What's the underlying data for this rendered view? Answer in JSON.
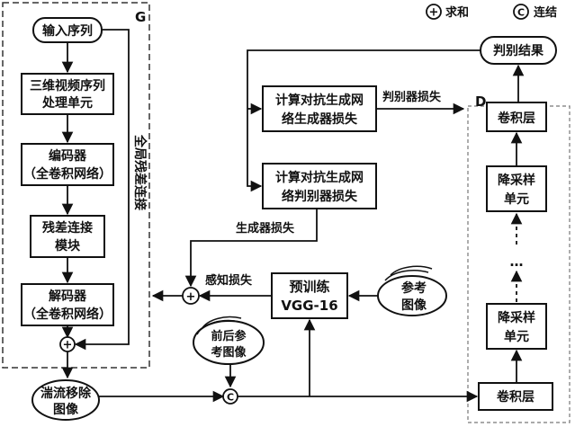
{
  "legend": {
    "sum_symbol": "+",
    "sum_label": "求和",
    "concat_symbol": "C",
    "concat_label": "连结"
  },
  "generator": {
    "label": "G",
    "skip_label": "全局残差连接",
    "nodes": [
      {
        "id": "input",
        "lines": [
          "输入序列"
        ]
      },
      {
        "id": "proc3d",
        "lines": [
          "三维视频序列",
          "处理单元"
        ]
      },
      {
        "id": "encoder",
        "lines": [
          "编码器",
          "（全卷积网络）"
        ]
      },
      {
        "id": "residual",
        "lines": [
          "残差连接",
          "模块"
        ]
      },
      {
        "id": "decoder",
        "lines": [
          "解码器",
          "（全卷积网络）"
        ]
      }
    ]
  },
  "derain": {
    "lines": [
      "湍流移除",
      "图像"
    ]
  },
  "ref_front_back": {
    "lines": [
      "前后参",
      "考图像"
    ]
  },
  "reference": {
    "lines": [
      "参考",
      "图像"
    ]
  },
  "vgg": {
    "lines": [
      "预训练",
      "VGG-16"
    ]
  },
  "perceptual_loss": "感知损失",
  "generator_loss": "生成器损失",
  "disc_loss_label": "判别器损失",
  "gan_gen_box": {
    "lines": [
      "计算对抗生成网",
      "络生成器损失"
    ]
  },
  "gan_disc_box": {
    "lines": [
      "计算对抗生成网",
      "络判别器损失"
    ]
  },
  "result": "判别结果",
  "discriminator": {
    "label": "D",
    "blocks": [
      {
        "id": "conv_top",
        "lines": [
          "卷积层"
        ]
      },
      {
        "id": "down1",
        "lines": [
          "降采样",
          "单元"
        ]
      },
      {
        "id": "down2",
        "lines": [
          "降采样",
          "单元"
        ]
      },
      {
        "id": "conv_bottom",
        "lines": [
          "卷积层"
        ]
      }
    ],
    "dots": "…"
  }
}
